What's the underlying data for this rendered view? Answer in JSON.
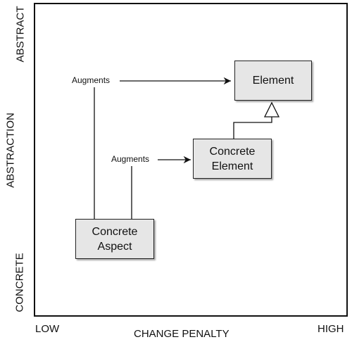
{
  "boxes": {
    "element": "Element",
    "concrete_element": "Concrete\nElement",
    "concrete_aspect": "Concrete\nAspect"
  },
  "labels": {
    "augments_top": "Augments",
    "augments_middle": "Augments"
  },
  "axes": {
    "x_low": "LOW",
    "x_title": "CHANGE PENALTY",
    "x_high": "HIGH",
    "y_top": "ABSTRACT",
    "y_title": "ABSTRACTION",
    "y_bottom": "CONCRETE"
  }
}
